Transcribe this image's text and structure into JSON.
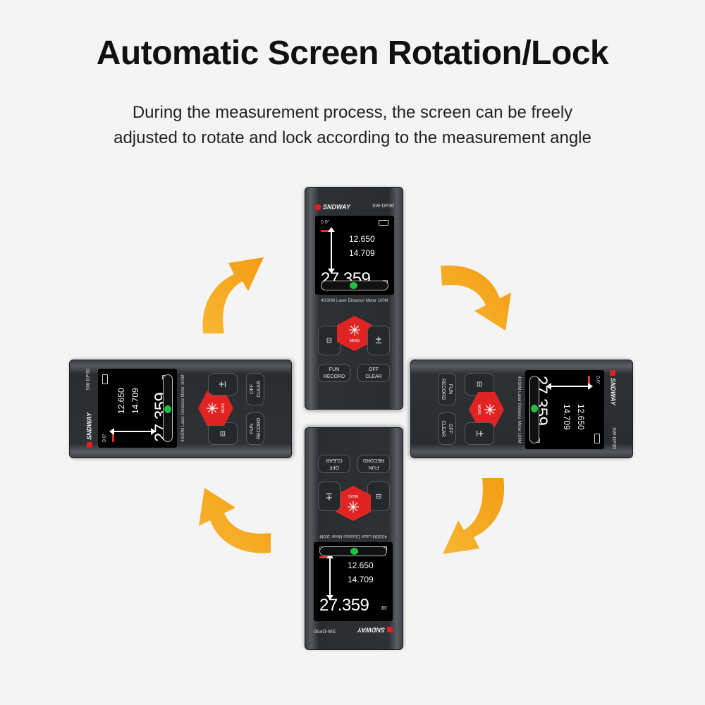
{
  "header": {
    "title": "Automatic Screen Rotation/Lock",
    "subtitle_line1": "During the measurement process, the screen can be freely",
    "subtitle_line2": "adjusted to rotate and lock according to the measurement angle"
  },
  "device": {
    "brand": "SNDWAY",
    "model": "SW-DP30",
    "angle": "0.0°",
    "reading_1": "12.650",
    "reading_2": "14.709",
    "main_value": "27.359",
    "unit": "m",
    "description": "40/30M Laser Distance Meter 100M",
    "measure_label": "MEAS",
    "laser_symbol": "✳",
    "fun_label_1": "FUN",
    "fun_label_2": "RECORD",
    "off_label_1": "OFF",
    "off_label_2": "CLEAR",
    "plus_minus": "±",
    "mode_symbol": "⊟"
  },
  "colors": {
    "arrow_orange": "#f6ae1e",
    "measure_red": "#e02424",
    "indicator_green": "#22c040",
    "background": "#f4f4f4"
  }
}
